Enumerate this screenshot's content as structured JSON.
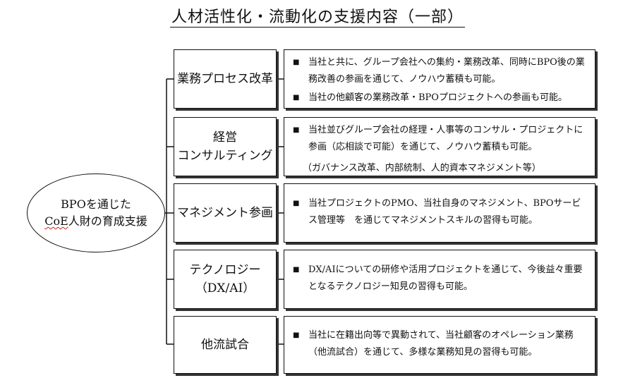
{
  "title": "人材活性化・流動化の支援内容（一部）",
  "center": {
    "line1": "BPOを通じた",
    "line2_prefix": "CoE",
    "line2_rest": "人財の育成支援"
  },
  "bullet_symbol": "■",
  "rows": [
    {
      "category": [
        "業務プロセス改革"
      ],
      "bullets": [
        "当社と共に、グループ会社への集約・業務改革、同時にBPO後の業務改善の参画を通じて、ノウハウ蓄積も可能。",
        "当社の他顧客の業務改革・BPOプロジェクトへの参画も可能。"
      ],
      "note": ""
    },
    {
      "category": [
        "経営",
        "コンサルティング"
      ],
      "bullets": [
        "当社並びグループ会社の経理・人事等のコンサル・プロジェクトに参画（応相談で可能）を通じて、ノウハウ蓄積も可能。"
      ],
      "note": "（ガバナンス改革、内部統制、人的資本マネジメント等）"
    },
    {
      "category": [
        "マネジメント参画"
      ],
      "bullets": [
        "当社プロジェクトのPMO、当社自身のマネジメント、BPOサービス管理等　を通じてマネジメントスキルの習得も可能。"
      ],
      "note": ""
    },
    {
      "category": [
        "テクノロジー",
        "（DX/AI）"
      ],
      "bullets": [
        "DX/AIについての研修や活用プロジェクトを通じて、今後益々重要となるテクノロジー知見の習得も可能。"
      ],
      "note": ""
    },
    {
      "category": [
        "他流試合"
      ],
      "bullets": [
        "当社に在籍出向等で異動されて、当社顧客のオペレーション業務（他流試合）を通じて、多様な業務知見の習得も可能。"
      ],
      "note": ""
    }
  ]
}
